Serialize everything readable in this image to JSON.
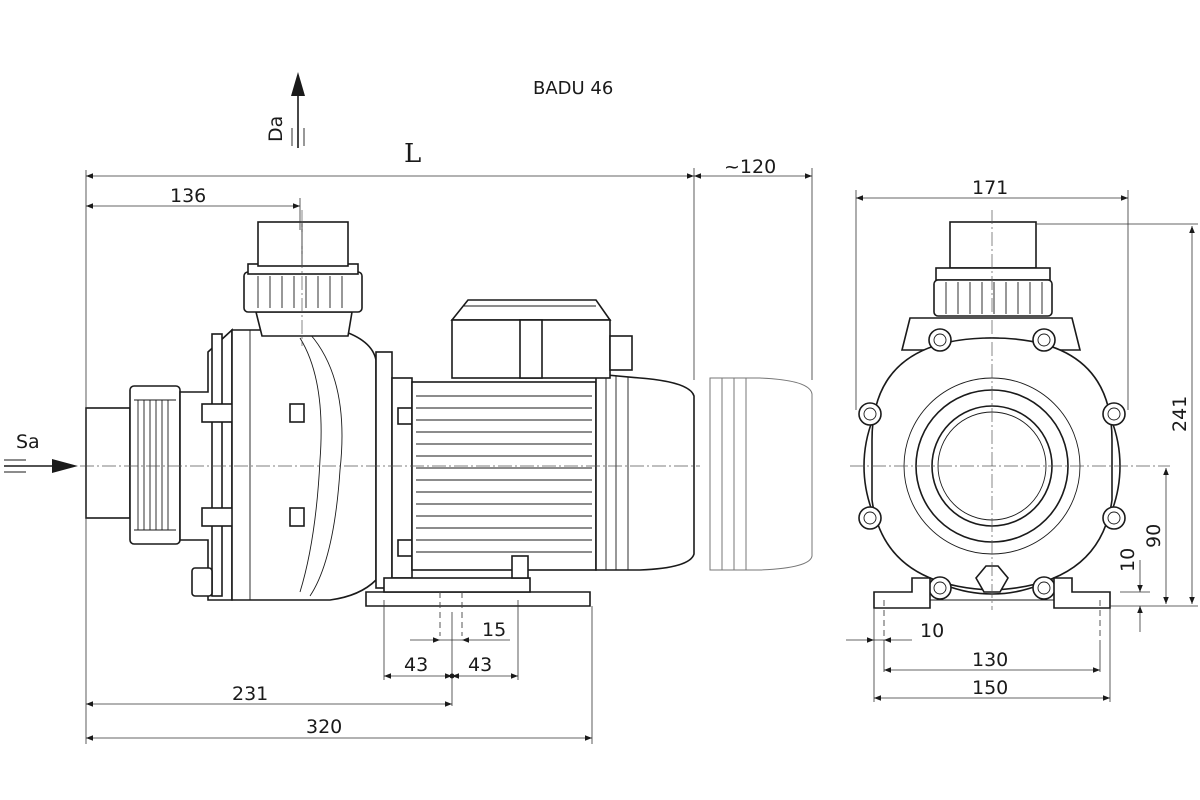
{
  "title": "BADU 46",
  "flow": {
    "outlet": "Da",
    "inlet": "Sa"
  },
  "side_view": {
    "length_label": "L",
    "motor_clearance": "~120",
    "outlet_offset": "136",
    "foot_slot": "15",
    "foot_left": "43",
    "foot_right": "43",
    "foot_position": "231",
    "total_length": "320"
  },
  "front_view": {
    "width": "171",
    "height": "241",
    "axis_height": "90",
    "foot_height": "10",
    "foot_width": "10",
    "hole_spacing": "130",
    "base_width": "150"
  }
}
